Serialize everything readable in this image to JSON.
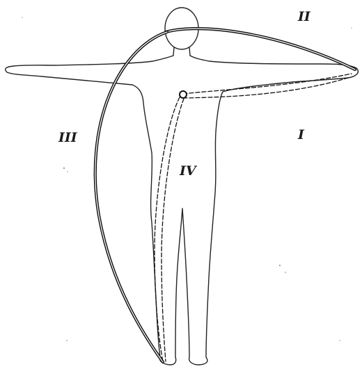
{
  "labels": {
    "region_1": "I",
    "region_2": "II",
    "region_3": "III",
    "region_4": "IV"
  },
  "colors": {
    "ink": "#111111",
    "background": "#ffffff"
  }
}
